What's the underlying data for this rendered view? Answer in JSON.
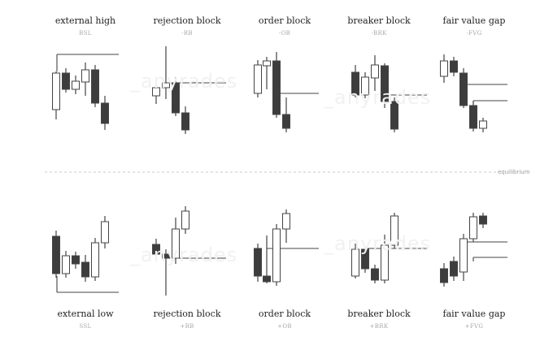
{
  "equilibrium_label": "equilibrium",
  "watermark": "_anyrades",
  "panels": [
    {
      "title": "external high",
      "code": "BSL"
    },
    {
      "title": "rejection block",
      "code": "-RB"
    },
    {
      "title": "order block",
      "code": "-OB"
    },
    {
      "title": "breaker block",
      "code": "-BRK"
    },
    {
      "title": "fair value gap",
      "code": "-FVG"
    },
    {
      "title": "external low",
      "code": "SSL"
    },
    {
      "title": "rejection block",
      "code": "+RB"
    },
    {
      "title": "order block",
      "code": "+OB"
    },
    {
      "title": "breaker block",
      "code": "+BRK"
    },
    {
      "title": "fair value gap",
      "code": "+FVG"
    }
  ],
  "colors": {
    "bull": "#ffffff",
    "bear": "#3d3d3d",
    "line": "#444444",
    "equilibrium": "#c8c8c8"
  }
}
